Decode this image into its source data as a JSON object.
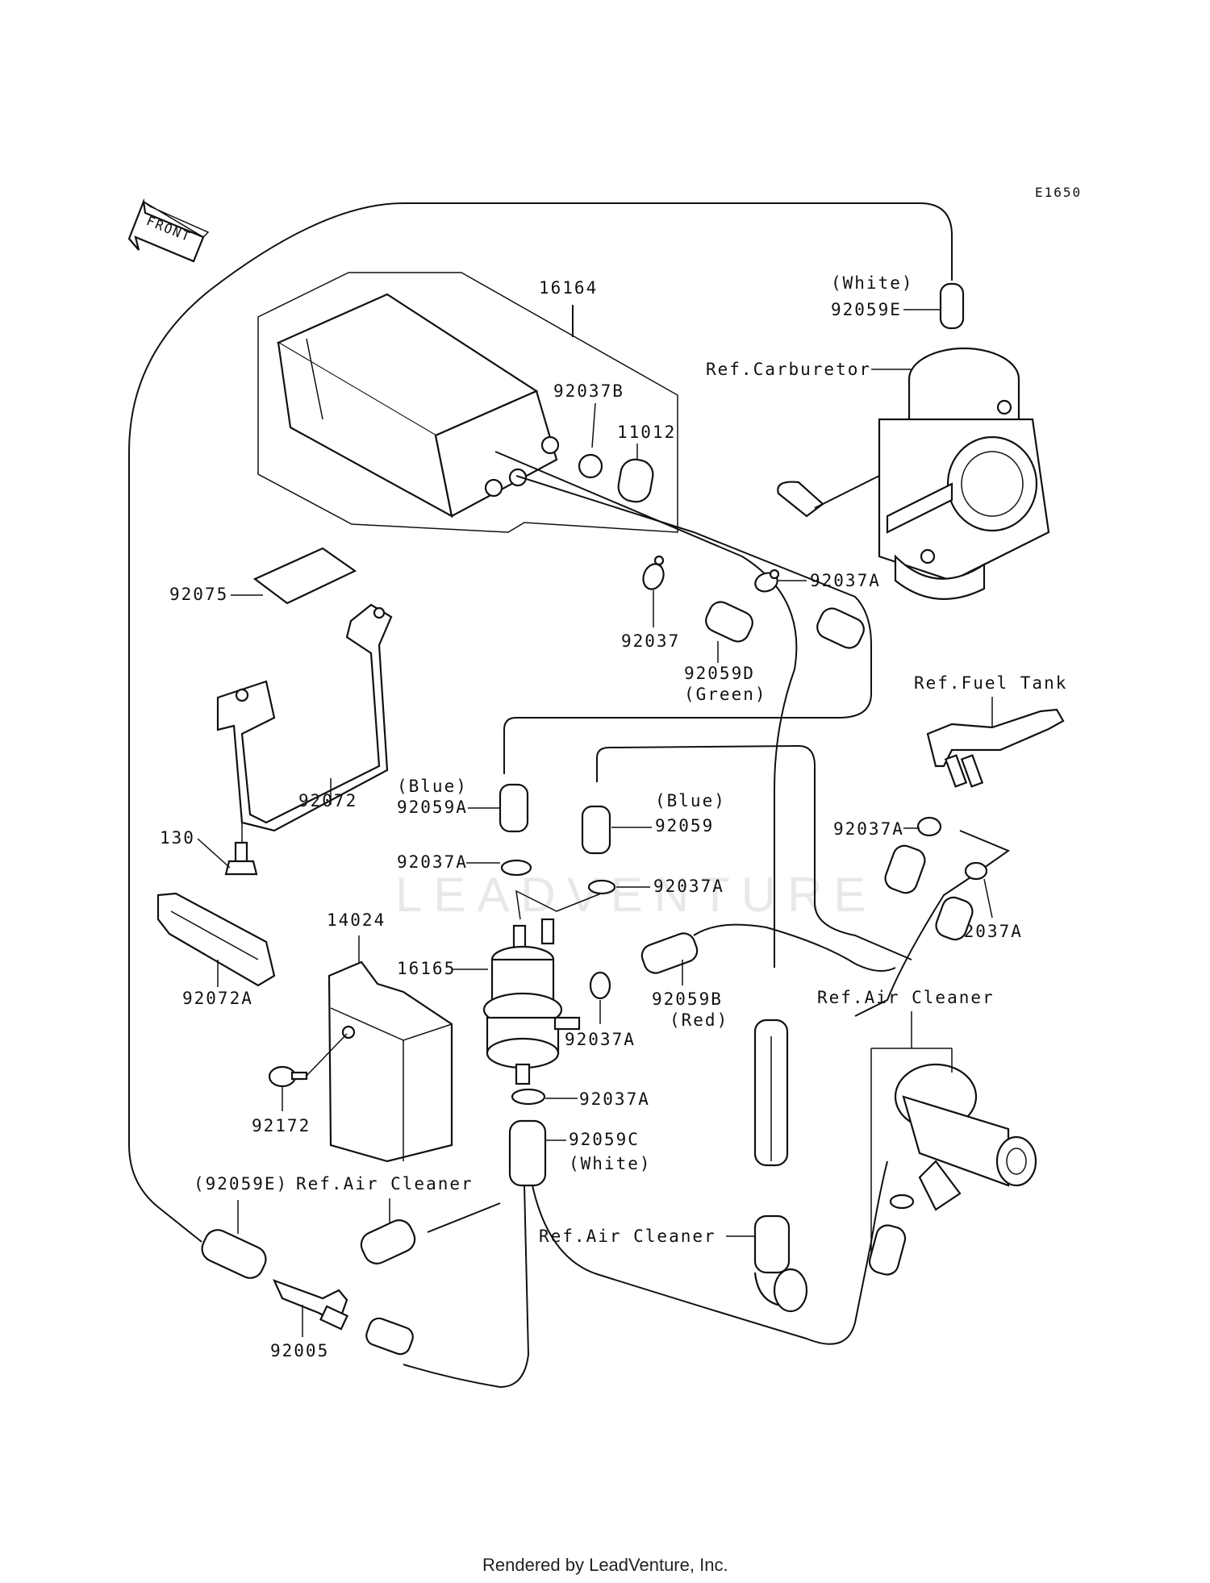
{
  "diagram_id": "E1650",
  "front_label": "FRONT",
  "footer": "Rendered by LeadVenture, Inc.",
  "watermark": "LEADVENTURE",
  "labels": {
    "p16164": "16164",
    "p92037B": "92037B",
    "p11012": "11012",
    "white_e_color": "(White)",
    "p92059E": "92059E",
    "ref_carburetor": "Ref.Carburetor",
    "p92075": "92075",
    "p92037_top": "92037",
    "p92037A_top": "92037A",
    "p92059D": "92059D",
    "green": "(Green)",
    "ref_fuel_tank": "Ref.Fuel Tank",
    "blue_a": "(Blue)",
    "p92059A": "92059A",
    "blue_b": "(Blue)",
    "p92059": "92059",
    "p92072": "92072",
    "p130": "130",
    "p92037A_right1": "92037A",
    "p92037A_left_fp": "92037A",
    "p92037A_right_fp": "92037A",
    "p92037A_right2": "92037A",
    "p14024": "14024",
    "p16165": "16165",
    "p92059B": "92059B",
    "red": "(Red)",
    "ref_air_cleaner_r": "Ref.Air Cleaner",
    "p92072A": "92072A",
    "p92037A_fp_bottom": "92037A",
    "p92172": "92172",
    "p92037A_lower": "92037A",
    "p92059C": "92059C",
    "white_c": "(White)",
    "p92059E_paren": "(92059E)",
    "ref_air_cleaner_l": "Ref.Air Cleaner",
    "ref_air_cleaner_m": "Ref.Air Cleaner",
    "p92005": "92005"
  }
}
